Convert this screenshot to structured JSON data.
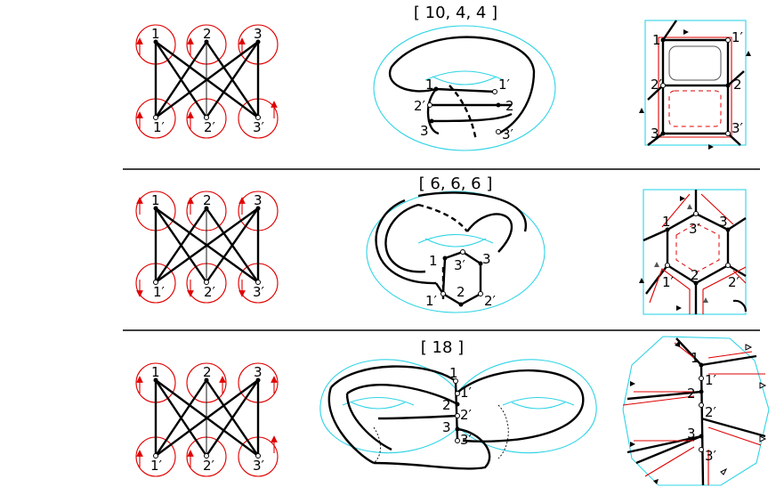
{
  "panels": [
    {
      "title": "[ 10, 4, 4 ]"
    },
    {
      "title": "[ 6, 6, 6 ]"
    },
    {
      "title": "[ 18 ]"
    }
  ],
  "vertex_labels": {
    "top": [
      "1",
      "2",
      "3"
    ],
    "bottom": [
      "1′",
      "2′",
      "3′"
    ]
  },
  "colors": {
    "rotation_circle": "#e00000",
    "surface_outline": "#2fd4e6",
    "edge": "#000000"
  }
}
